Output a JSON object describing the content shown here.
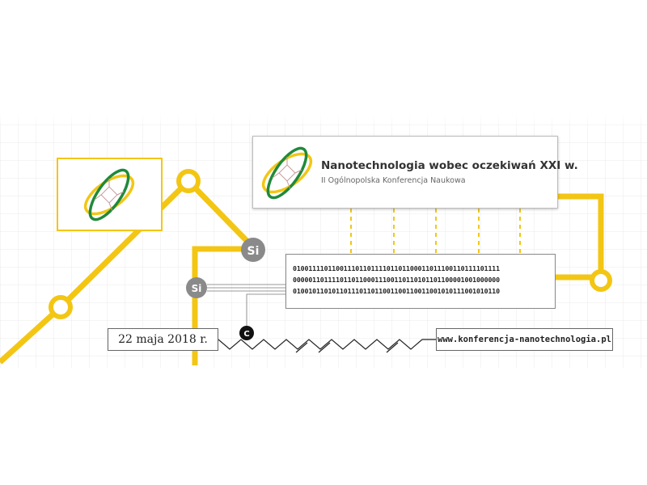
{
  "header": {
    "title": "Nanotechnologia wobec oczekiwań XXI w.",
    "subtitle": "II Ogólnopolska Konferencja Naukowa"
  },
  "binary": {
    "lines": [
      "01001111011001110110111101101100011011100110111101111",
      "00000110111101101100011100110110101101100001001000000",
      "01001011010110111011011001100110011001010111001010110"
    ]
  },
  "date": "22 maja 2018 r.",
  "url": "www.konferencja-nanotechnologia.pl",
  "elements": {
    "si_large": "Si",
    "si_small": "Si",
    "carbon": "C"
  },
  "colors": {
    "accent_yellow": "#f3c614",
    "logo_green": "#1f8a3b",
    "node_gray": "#8a8a8a",
    "grid": "#e6e6e6"
  }
}
